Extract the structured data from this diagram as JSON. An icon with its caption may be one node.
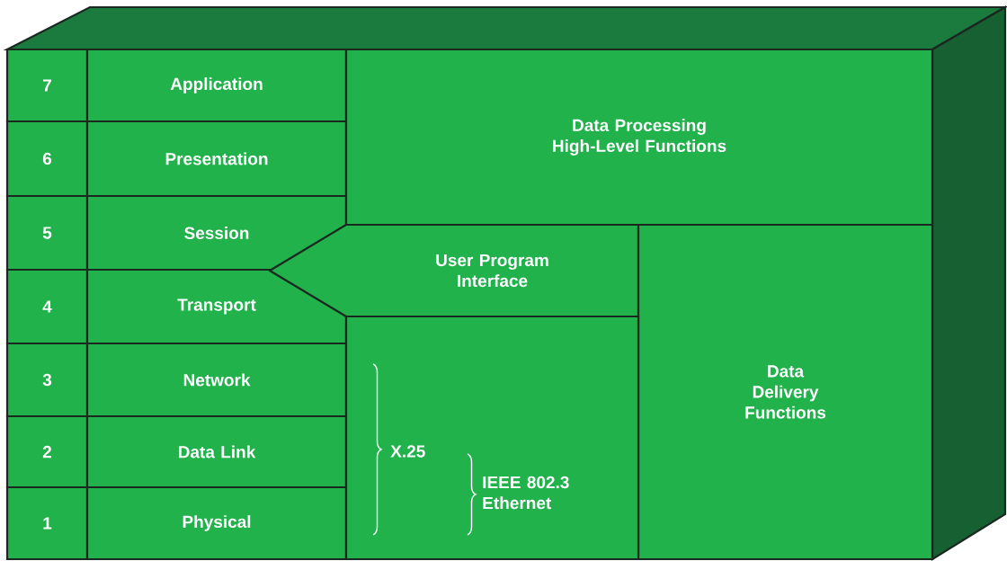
{
  "diagram": {
    "nodes": [
      {
        "text": [
          "7"
        ]
      },
      {
        "text": [
          "Application"
        ]
      },
      {
        "text": [
          "6"
        ]
      },
      {
        "text": [
          "Presentation"
        ]
      },
      {
        "text": [
          "5"
        ]
      },
      {
        "text": [
          "Session"
        ]
      },
      {
        "text": [
          "4"
        ]
      },
      {
        "text": [
          "Transport"
        ]
      },
      {
        "text": [
          "3"
        ]
      },
      {
        "text": [
          "Network"
        ]
      },
      {
        "text": [
          "2"
        ]
      },
      {
        "text": [
          "Data Link"
        ]
      },
      {
        "text": [
          "1"
        ]
      },
      {
        "text": [
          "Physical"
        ]
      },
      {
        "text": [
          "Data Processing High-Level Functions"
        ]
      },
      {
        "text": [
          "User Program Interface"
        ]
      },
      {
        "text": [
          "Data Delivery Functions"
        ]
      },
      {
        "text": [
          "X.25",
          "IEEE 802.3 Ethernet"
        ]
      }
    ]
  }
}
